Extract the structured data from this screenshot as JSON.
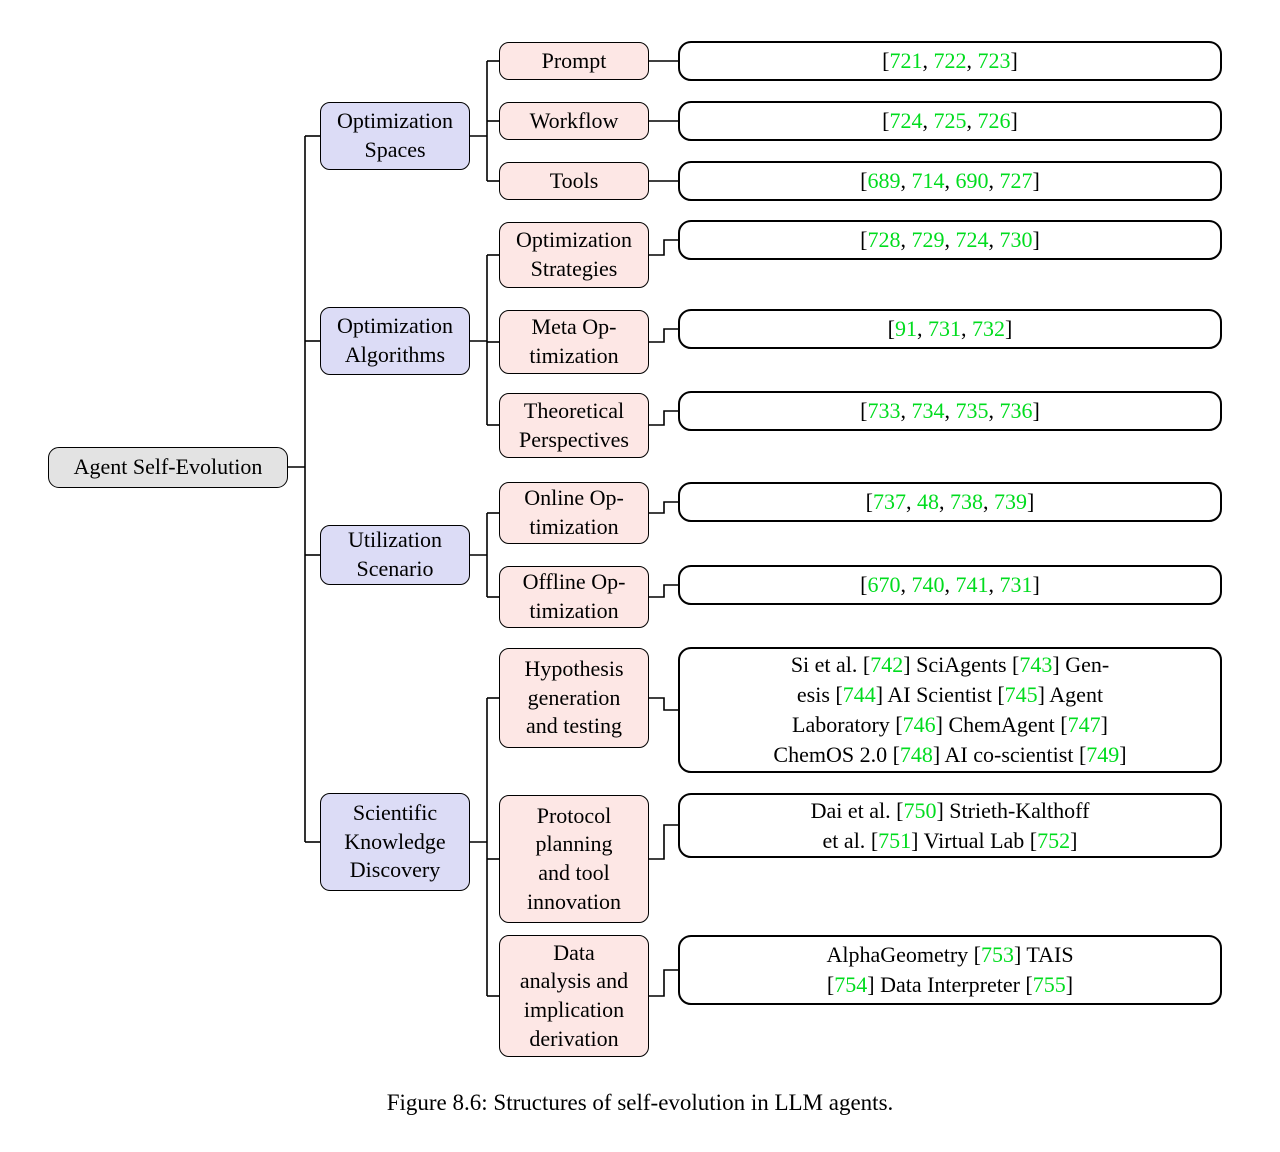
{
  "palette": {
    "root_fill": "#e3e3e3",
    "branch_fill": "#dcdcf6",
    "leaf_fill": "#fde7e5",
    "citation_fill": "#ffffff",
    "border": "#000000",
    "citation_green": "#00dc1e",
    "text": "#000000"
  },
  "tree": {
    "root": {
      "label": "Agent Self-Evolution"
    },
    "branches": [
      {
        "label": "Optimization\nSpaces",
        "children": [
          {
            "label": "Prompt",
            "citation": "[721, 722, 723]"
          },
          {
            "label": "Workflow",
            "citation": "[724, 725, 726]"
          },
          {
            "label": "Tools",
            "citation": "[689, 714, 690, 727]"
          }
        ]
      },
      {
        "label": "Optimization\nAlgorithms",
        "children": [
          {
            "label": "Optimization\nStrategies",
            "citation": "[728, 729, 724, 730]"
          },
          {
            "label": "Meta Op-\ntimization",
            "citation": "[91, 731, 732]"
          },
          {
            "label": "Theoretical\nPerspectives",
            "citation": "[733, 734, 735, 736]"
          }
        ]
      },
      {
        "label": "Utilization\nScenario",
        "children": [
          {
            "label": "Online Op-\ntimization",
            "citation": "[737, 48, 738, 739]"
          },
          {
            "label": "Offline Op-\ntimization",
            "citation": "[670, 740, 741, 731]"
          }
        ]
      },
      {
        "label": "Scientific\nKnowledge\nDiscovery",
        "children": [
          {
            "label": "Hypothesis\ngeneration\nand testing",
            "citation": "Si et al. [742] SciAgents [743] Gen-\nesis [744] AI Scientist [745] Agent\nLaboratory [746] ChemAgent [747]\nChemOS 2.0 [748] AI co-scientist [749]"
          },
          {
            "label": "Protocol\nplanning\nand tool\ninnovation",
            "citation": "Dai et al. [750] Strieth-Kalthoff\net al. [751] Virtual Lab [752]"
          },
          {
            "label": "Data\nanalysis and\nimplication\nderivation",
            "citation": "AlphaGeometry [753] TAIS\n[754] Data Interpreter [755]"
          }
        ]
      }
    ]
  },
  "caption": "Figure 8.6: Structures of self-evolution in LLM agents."
}
